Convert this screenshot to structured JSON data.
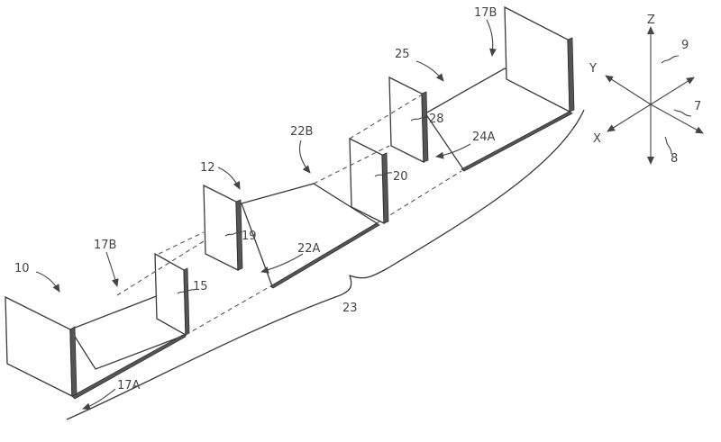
{
  "figure": {
    "labels": {
      "assembly_left": "10",
      "assembly_mid": "12",
      "label_15": "15",
      "label_17A": "17A",
      "label_17B_left": "17B",
      "label_17B_right": "17B",
      "label_19": "19",
      "label_20": "20",
      "label_22A": "22A",
      "label_22B": "22B",
      "label_23": "23",
      "label_24A": "24A",
      "label_25": "25",
      "label_28": "28"
    },
    "axes": {
      "z": "Z",
      "y": "Y",
      "x": "X",
      "ref_9": "9",
      "ref_7": "7",
      "ref_8": "8"
    }
  }
}
